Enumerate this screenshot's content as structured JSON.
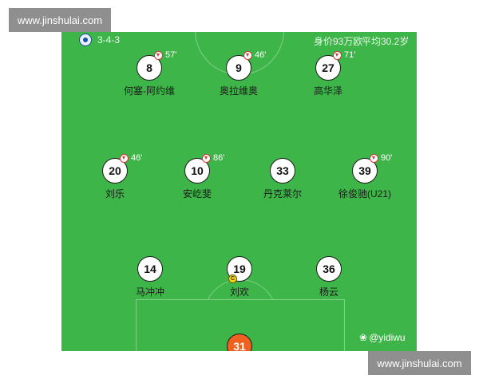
{
  "watermark": {
    "top": "www.jinshulai.com",
    "bottom": "www.jinshulai.com"
  },
  "header": {
    "logo_icon": "team-crest-icon",
    "formation": "3-4-3",
    "market_value": "身价93万欧",
    "average_age": "平均30.2岁"
  },
  "players": [
    {
      "number": "8",
      "name": "何塞-阿约维",
      "sub_minute": "57'"
    },
    {
      "number": "9",
      "name": "奥拉维奥",
      "sub_minute": "46'"
    },
    {
      "number": "27",
      "name": "高华泽",
      "sub_minute": "71'"
    },
    {
      "number": "20",
      "name": "刘乐",
      "sub_minute": "46'"
    },
    {
      "number": "10",
      "name": "安屹斐",
      "sub_minute": "86'"
    },
    {
      "number": "33",
      "name": "丹克莱尔",
      "sub_minute": ""
    },
    {
      "number": "39",
      "name": "徐俊驰(U21)",
      "sub_minute": "90'"
    },
    {
      "number": "14",
      "name": "马冲冲",
      "sub_minute": ""
    },
    {
      "number": "19",
      "name": "刘欢",
      "sub_minute": "",
      "captain": "C"
    },
    {
      "number": "36",
      "name": "杨云",
      "sub_minute": ""
    },
    {
      "number": "31",
      "name": "",
      "sub_minute": ""
    }
  ],
  "credit": {
    "icon": "weibo-paw-icon",
    "handle": "@yidiwu"
  },
  "colors": {
    "pitch": "#3db548",
    "goalkeeper": "#f0611f",
    "captain": "#f5d51a"
  }
}
